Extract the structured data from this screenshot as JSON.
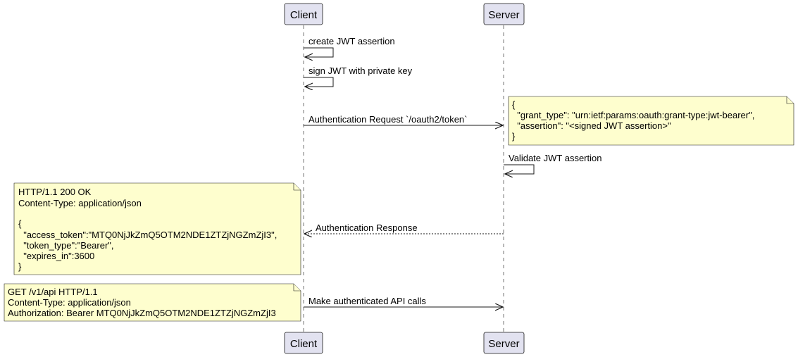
{
  "participants": {
    "client": "Client",
    "server": "Server"
  },
  "messages": {
    "create_jwt": "create JWT assertion",
    "sign_jwt": "sign JWT with private key",
    "auth_request": "Authentication Request `/oauth2/token`",
    "validate_jwt": "Validate JWT assertion",
    "auth_response": "Authentication Response",
    "api_calls": "Make authenticated API calls"
  },
  "notes": {
    "request_body": [
      "{",
      "  \"grant_type\": \"urn:ietf:params:oauth:grant-type:jwt-bearer\",",
      "  \"assertion\": \"<signed JWT assertion>\"",
      "}"
    ],
    "response_body": [
      "HTTP/1.1 200 OK",
      "Content-Type: application/json",
      "",
      "{",
      "  \"access_token\":\"MTQ0NjJkZmQ5OTM2NDE1ZTZjNGZmZjI3\",",
      "  \"token_type\":\"Bearer\",",
      "  \"expires_in\":3600",
      "}"
    ],
    "api_request": [
      "GET /v1/api HTTP/1.1",
      "Content-Type: application/json",
      "Authorization: Bearer MTQ0NjJkZmQ5OTM2NDE1ZTZjNGZmZjI3"
    ]
  }
}
